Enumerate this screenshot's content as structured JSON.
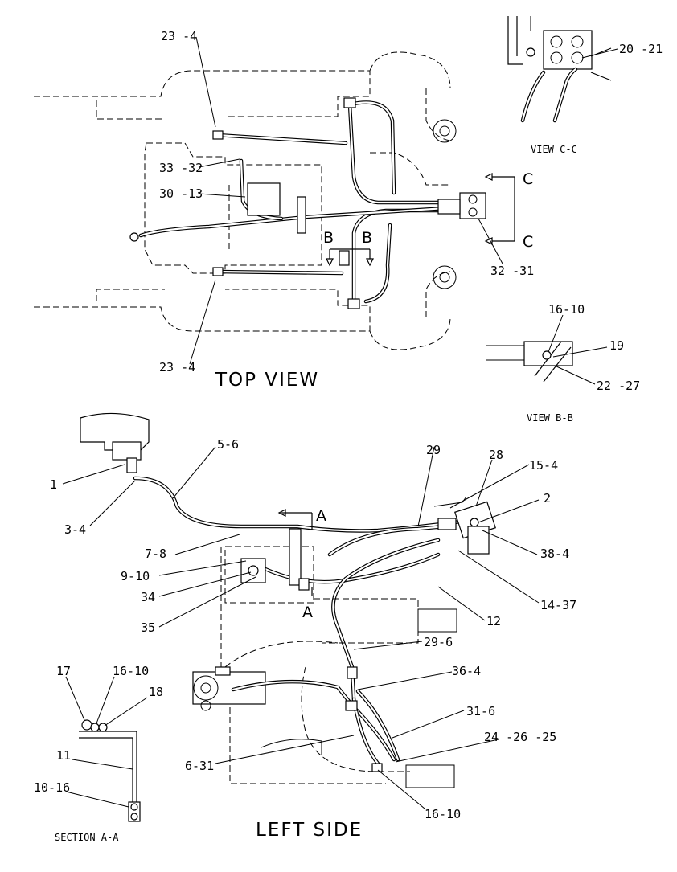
{
  "views": {
    "top_view": "TOP VIEW",
    "left_side": "LEFT SIDE",
    "view_cc": "VIEW C-C",
    "view_bb": "VIEW B-B",
    "section_aa": "SECTION A-A"
  },
  "section_markers": {
    "c": "C",
    "b": "B",
    "a": "A"
  },
  "callouts": {
    "top_23_4_upper": "23 -4",
    "top_33_32": "33 -32",
    "top_30_13": "30 -13",
    "top_23_4_lower": "23 -4",
    "top_32_31": "32 -31",
    "cc_20_21": "20 -21",
    "bb_16_10": "16-10",
    "bb_19": "19",
    "bb_22_27": "22 -27",
    "ls_5_6": "5-6",
    "ls_29": "29",
    "ls_28": "28",
    "ls_15_4": "15-4",
    "ls_2": "2",
    "ls_1": "1",
    "ls_3_4": "3-4",
    "ls_38_4": "38-4",
    "ls_7_8": "7-8",
    "ls_9_10": "9-10",
    "ls_34": "34",
    "ls_35": "35",
    "ls_14_37": "14-37",
    "ls_12": "12",
    "ls_29_6": "29-6",
    "ls_36_4": "36-4",
    "ls_31_6": "31-6",
    "ls_24_26_25": "24 -26 -25",
    "ls_6_31": "6-31",
    "ls_16_10": "16-10",
    "sa_17": "17",
    "sa_16_10": "16-10",
    "sa_18": "18",
    "sa_11": "11",
    "sa_10_16": "10-16"
  }
}
